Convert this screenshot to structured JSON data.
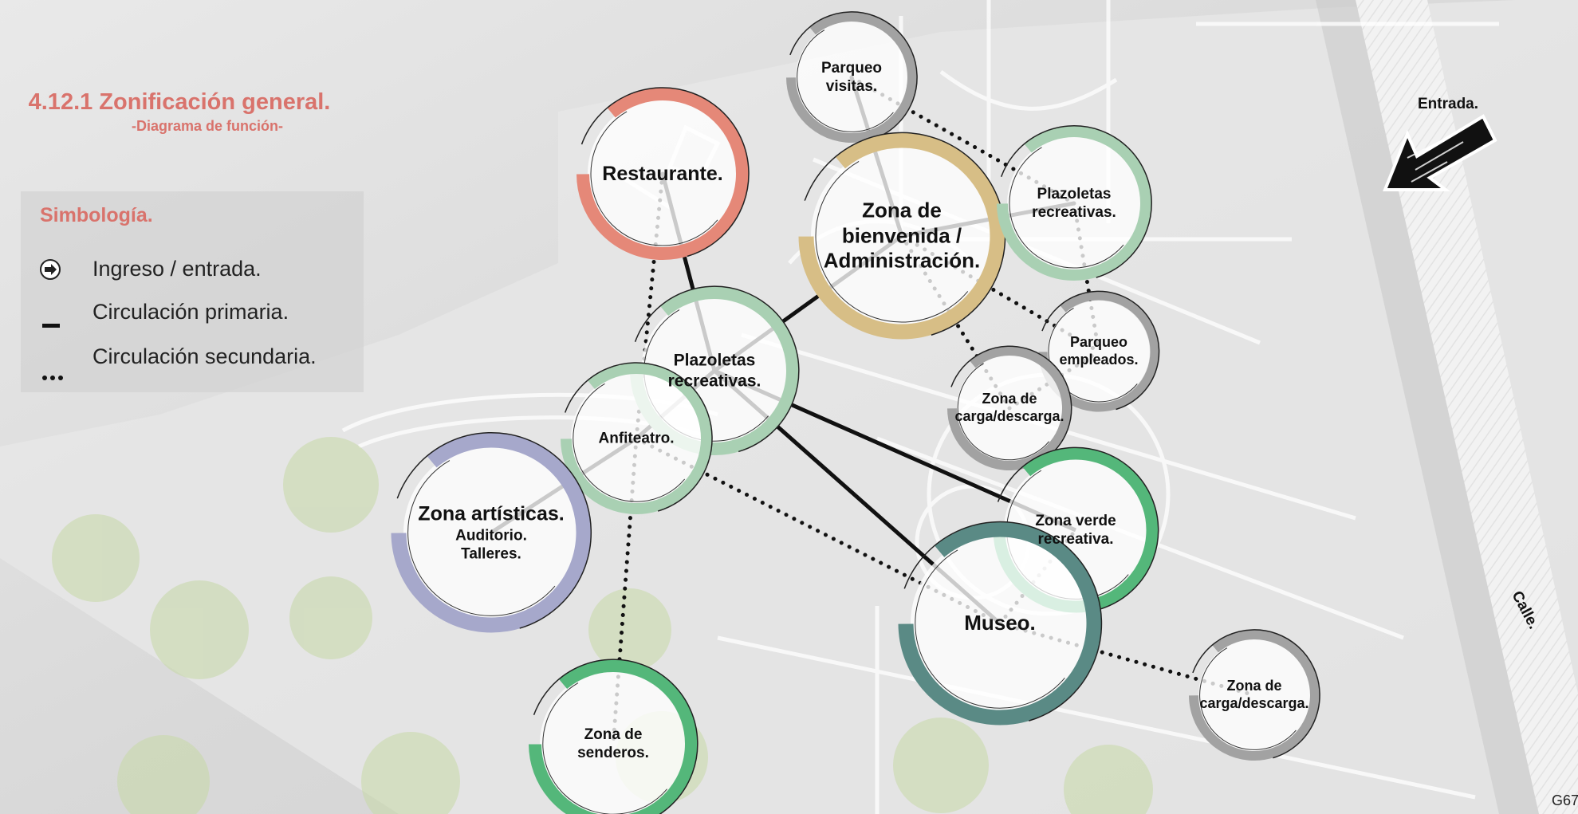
{
  "header": {
    "title": "4.12.1 Zonificación general.",
    "subtitle": "-Diagrama de función-"
  },
  "legend": {
    "title": "Simbología.",
    "items": [
      {
        "icon": "entry-arrow-icon",
        "label": "Ingreso / entrada."
      },
      {
        "icon": "solid-line-icon",
        "label": "Circulación primaria."
      },
      {
        "icon": "dotted-line-icon",
        "label": "Circulación secundaria."
      }
    ]
  },
  "colors": {
    "title": "#d9736c",
    "restaurant": "#e58878",
    "plazoleta": "#a9d0b3",
    "bienvenida": "#d7be86",
    "gray": "#a2a2a2",
    "artisticas": "#a6a8cb",
    "museo": "#5a8a85",
    "green": "#54b77a"
  },
  "nodes": [
    {
      "id": "parqueo-visitas",
      "label": "Parqueo\nvisitas.",
      "sub": "",
      "color": "gray"
    },
    {
      "id": "restaurante",
      "label": "Restaurante.",
      "sub": "",
      "color": "restaurant"
    },
    {
      "id": "bienvenida",
      "label": "Zona de\nbienvenida /\nAdministración.",
      "sub": "",
      "color": "bienvenida"
    },
    {
      "id": "plazoletas-entrada",
      "label": "Plazoletas\nrecreativas.",
      "sub": "",
      "color": "plazoleta"
    },
    {
      "id": "plazoletas-centro",
      "label": "Plazoletas\nrecreativas.",
      "sub": "",
      "color": "plazoleta"
    },
    {
      "id": "parqueo-empleados",
      "label": "Parqueo\nempleados.",
      "sub": "",
      "color": "gray"
    },
    {
      "id": "carga-descarga-1",
      "label": "Zona de\ncarga/descarga.",
      "sub": "",
      "color": "gray"
    },
    {
      "id": "anfiteatro",
      "label": "Anfiteatro.",
      "sub": "",
      "color": "plazoleta"
    },
    {
      "id": "zona-artisticas",
      "label": "Zona artísticas.",
      "sub": "Auditorio.\nTalleres.",
      "color": "artisticas"
    },
    {
      "id": "zona-verde",
      "label": "Zona verde\nrecreativa.",
      "sub": "",
      "color": "green"
    },
    {
      "id": "museo",
      "label": "Museo.",
      "sub": "",
      "color": "museo"
    },
    {
      "id": "carga-descarga-2",
      "label": "Zona de\ncarga/descarga.",
      "sub": "",
      "color": "gray"
    },
    {
      "id": "zona-senderos",
      "label": "Zona de\nsenderos.",
      "sub": "",
      "color": "green"
    }
  ],
  "edges": [
    {
      "from": "parqueo-visitas",
      "to": "bienvenida",
      "type": "primary"
    },
    {
      "from": "bienvenida",
      "to": "plazoletas-entrada",
      "type": "primary"
    },
    {
      "from": "bienvenida",
      "to": "plazoletas-centro",
      "type": "primary"
    },
    {
      "from": "restaurante",
      "to": "plazoletas-centro",
      "type": "primary"
    },
    {
      "from": "plazoletas-centro",
      "to": "anfiteatro",
      "type": "primary"
    },
    {
      "from": "anfiteatro",
      "to": "zona-artisticas",
      "type": "primary"
    },
    {
      "from": "plazoletas-centro",
      "to": "museo",
      "type": "primary"
    },
    {
      "from": "plazoletas-centro",
      "to": "zona-verde",
      "type": "primary"
    },
    {
      "from": "parqueo-visitas",
      "to": "plazoletas-entrada",
      "type": "secondary"
    },
    {
      "from": "plazoletas-entrada",
      "to": "parqueo-empleados",
      "type": "secondary"
    },
    {
      "from": "bienvenida",
      "to": "parqueo-empleados",
      "type": "secondary"
    },
    {
      "from": "bienvenida",
      "to": "carga-descarga-1",
      "type": "secondary"
    },
    {
      "from": "carga-descarga-1",
      "to": "parqueo-empleados",
      "type": "secondary"
    },
    {
      "from": "restaurante",
      "to": "anfiteatro",
      "type": "secondary"
    },
    {
      "from": "anfiteatro",
      "to": "museo",
      "type": "secondary"
    },
    {
      "from": "anfiteatro",
      "to": "zona-senderos",
      "type": "secondary"
    },
    {
      "from": "museo",
      "to": "zona-verde",
      "type": "secondary"
    },
    {
      "from": "museo",
      "to": "carga-descarga-2",
      "type": "secondary"
    }
  ],
  "annotations": {
    "entrada": "Entrada.",
    "calle": "Calle.",
    "page": "G67"
  }
}
